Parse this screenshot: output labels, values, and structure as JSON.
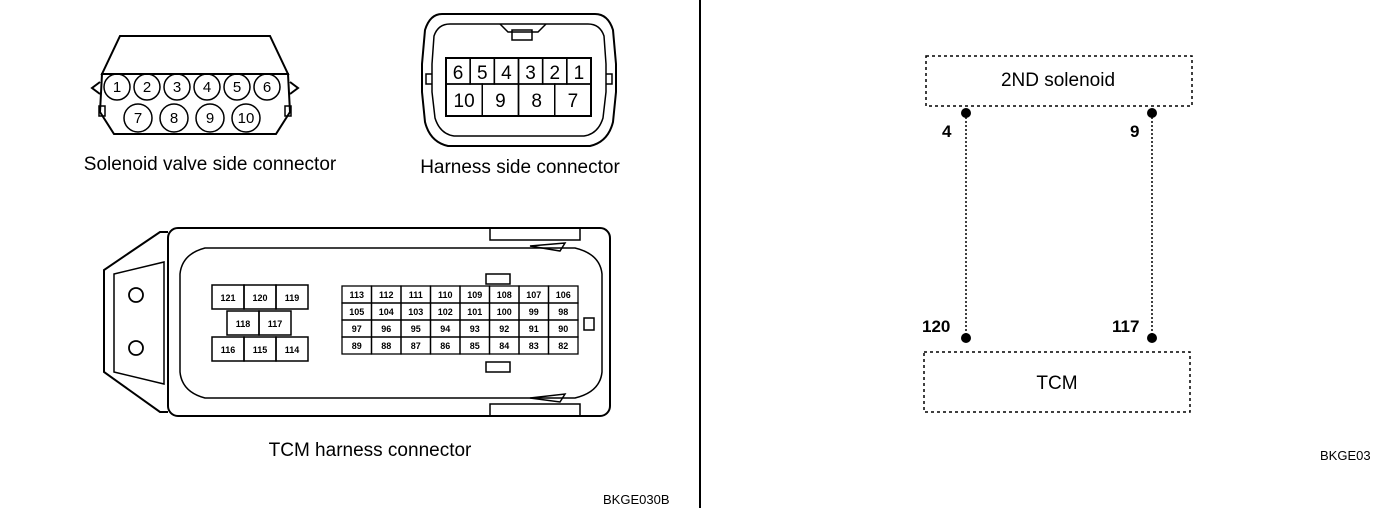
{
  "solenoid_connector": {
    "caption": "Solenoid valve side connector",
    "pins_top": [
      "1",
      "2",
      "3",
      "4",
      "5",
      "6"
    ],
    "pins_bottom": [
      "7",
      "8",
      "9",
      "10"
    ]
  },
  "harness_connector": {
    "caption": "Harness side connector",
    "pins_top": [
      "6",
      "5",
      "4",
      "3",
      "2",
      "1"
    ],
    "pins_bottom": [
      "10",
      "9",
      "8",
      "7"
    ]
  },
  "tcm_connector": {
    "caption": "TCM harness connector",
    "left_block": {
      "row1": [
        "121",
        "120",
        "119"
      ],
      "row2": [
        "118",
        "117"
      ],
      "row3": [
        "116",
        "115",
        "114"
      ]
    },
    "right_block": [
      [
        "113",
        "112",
        "111",
        "110",
        "109",
        "108",
        "107",
        "106"
      ],
      [
        "105",
        "104",
        "103",
        "102",
        "101",
        "100",
        "99",
        "98"
      ],
      [
        "97",
        "96",
        "95",
        "94",
        "93",
        "92",
        "91",
        "90"
      ],
      [
        "89",
        "88",
        "87",
        "86",
        "85",
        "84",
        "83",
        "82"
      ]
    ]
  },
  "circuit": {
    "top_box": "2ND solenoid",
    "bottom_box": "TCM",
    "left_wire": {
      "top_pin": "4",
      "bottom_pin": "120"
    },
    "right_wire": {
      "top_pin": "9",
      "bottom_pin": "117"
    }
  },
  "figure_codes": {
    "left": "BKGE030B",
    "right": "BKGE03"
  }
}
